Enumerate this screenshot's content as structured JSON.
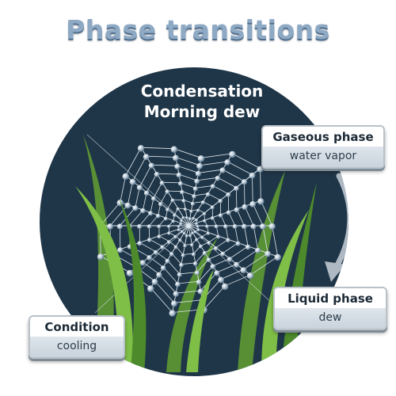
{
  "title": "Phase transitions",
  "subtitle": {
    "line1": "Condensation",
    "line2": "Morning dew"
  },
  "cards": {
    "gaseous": {
      "heading": "Gaseous phase",
      "detail": "water vapor"
    },
    "liquid": {
      "heading": "Liquid phase",
      "detail": "dew"
    },
    "condition": {
      "heading": "Condition",
      "detail": "cooling"
    }
  },
  "colors": {
    "circle": "#1f3648",
    "title": "#8ea9c4",
    "grass": "#6fae3c",
    "web": "#dfe8ef",
    "arrow": "#aeb9c3"
  },
  "icons": [
    "spider-web",
    "grass",
    "arrow-down"
  ]
}
